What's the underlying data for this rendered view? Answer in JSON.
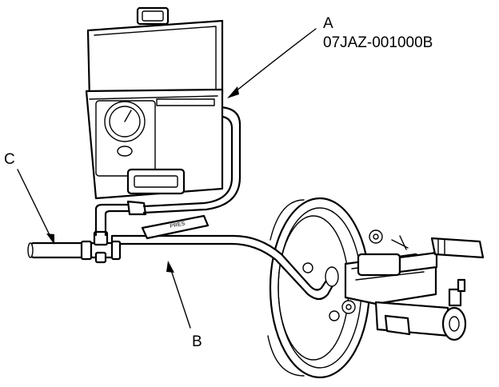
{
  "labels": {
    "a": "A",
    "a_part_number": "07JAZ-001000B",
    "b": "B",
    "c": "C"
  },
  "hose_print": "PRES",
  "colors": {
    "line": "#000000",
    "background": "#ffffff"
  }
}
